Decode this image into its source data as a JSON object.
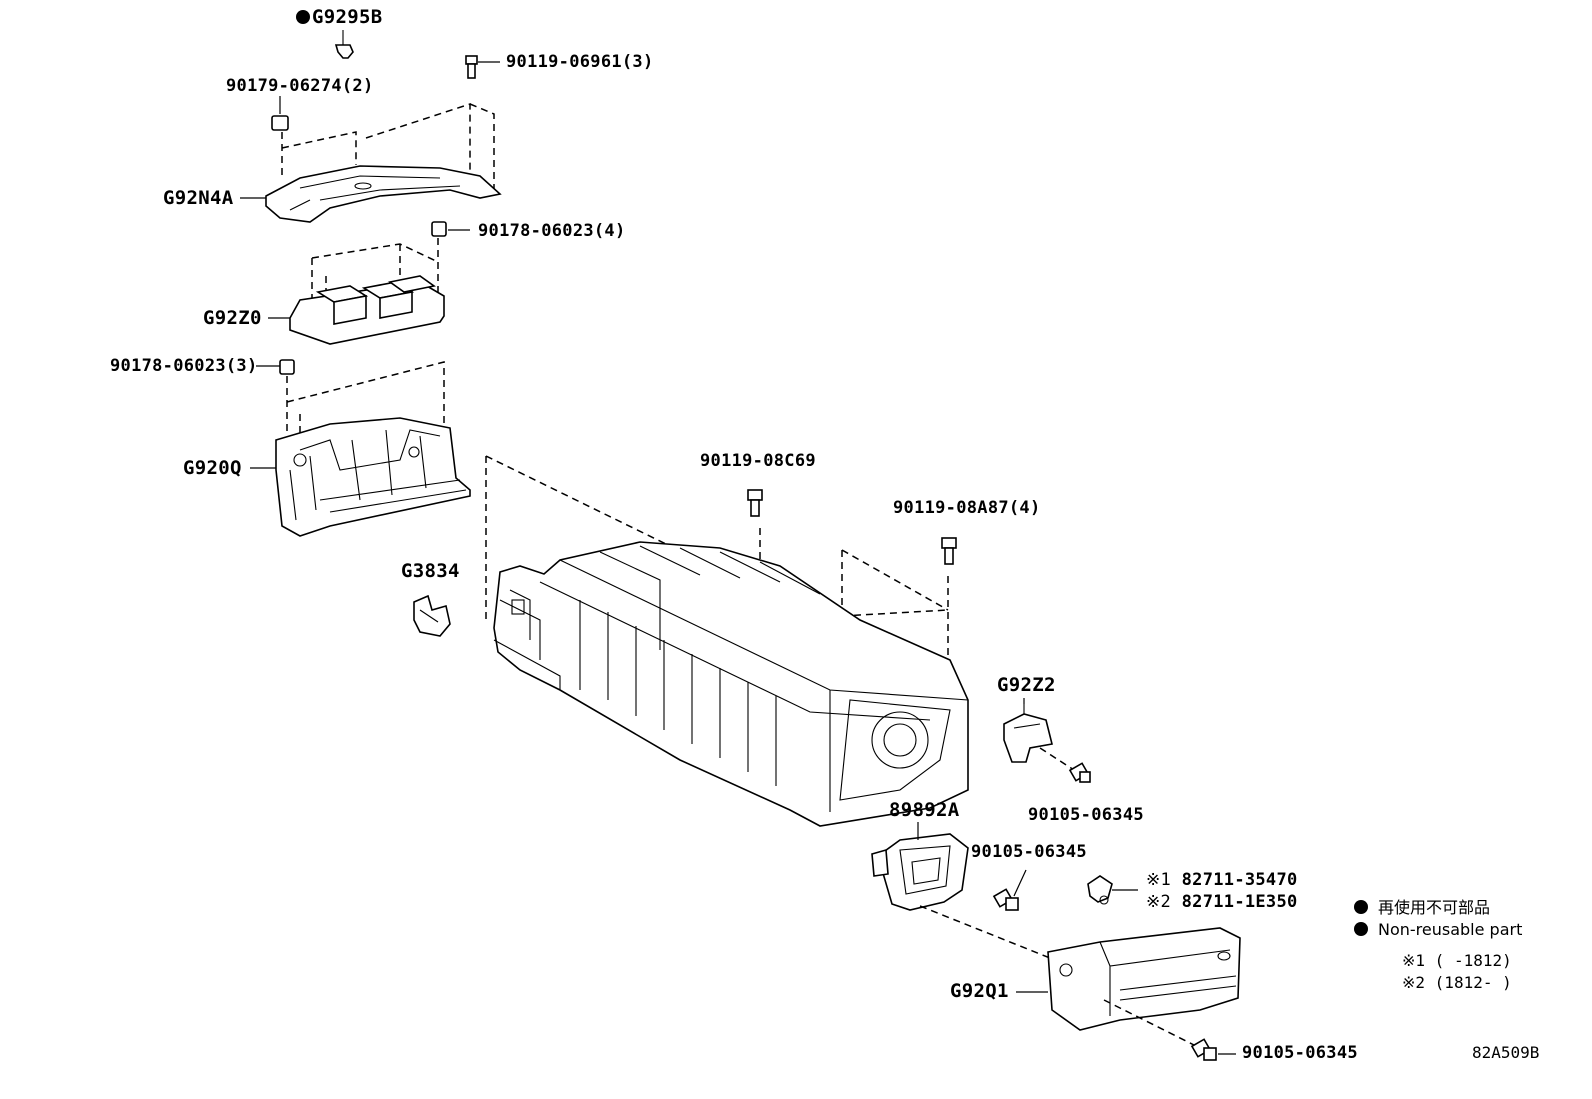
{
  "labels": {
    "g9295b": "G9295B",
    "p9011906961": "90119-06961(3)",
    "p9017906274": "90179-06274(2)",
    "g92n4a": "G92N4A",
    "p9017806023_4": "90178-06023(4)",
    "g92z0": "G92Z0",
    "p9017806023_3": "90178-06023(3)",
    "g920q": "G920Q",
    "p9011908c69": "90119-08C69",
    "p9011908a87": "90119-08A87(4)",
    "g3834": "G3834",
    "g92z2": "G92Z2",
    "p9010506345_a": "90105-06345",
    "p89892a": "89892A",
    "p9010506345_b": "90105-06345",
    "note1_mark": "※1",
    "p8271135470": "82711-35470",
    "note2_mark": "※2",
    "p827111e350": "82711-1E350",
    "g92q1": "G92Q1",
    "p9010506345_c": "90105-06345"
  },
  "legend": {
    "jp": "再使用不可部品",
    "en": "Non-reusable part"
  },
  "notes": {
    "n1": "※1 (      -1812)",
    "n2": "※2 (1812-      )"
  },
  "diagram_code": "82A509B"
}
